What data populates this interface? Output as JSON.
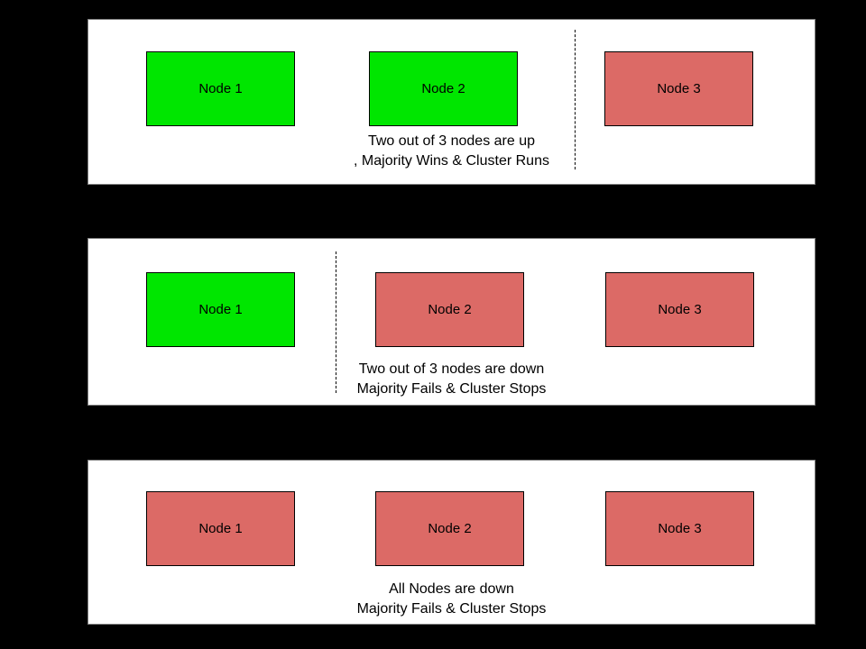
{
  "colors": {
    "background": "#000000",
    "panel_bg": "#ffffff",
    "panel_border": "#808080",
    "node_up": "#00e600",
    "node_down": "#dc6a66",
    "node_border": "#000000",
    "text": "#000000"
  },
  "panels": [
    {
      "id": "two-nodes-up",
      "nodes": [
        {
          "label": "Node 1",
          "status": "up"
        },
        {
          "label": "Node 2",
          "status": "up"
        },
        {
          "label": "Node 3",
          "status": "down"
        }
      ],
      "partition_line": {
        "present": true,
        "position": "between-node-2-and-node-3"
      },
      "caption": {
        "line1": "Two out of 3 nodes are up",
        "line2": ", Majority Wins & Cluster Runs"
      }
    },
    {
      "id": "two-nodes-down",
      "nodes": [
        {
          "label": "Node 1",
          "status": "up"
        },
        {
          "label": "Node 2",
          "status": "down"
        },
        {
          "label": "Node 3",
          "status": "down"
        }
      ],
      "partition_line": {
        "present": true,
        "position": "between-node-1-and-node-2"
      },
      "caption": {
        "line1": "Two out of 3 nodes are down",
        "line2": "Majority Fails & Cluster Stops"
      }
    },
    {
      "id": "all-nodes-down",
      "nodes": [
        {
          "label": "Node 1",
          "status": "down"
        },
        {
          "label": "Node 2",
          "status": "down"
        },
        {
          "label": "Node 3",
          "status": "down"
        }
      ],
      "partition_line": {
        "present": false,
        "position": ""
      },
      "caption": {
        "line1": "All Nodes are down",
        "line2": "Majority Fails & Cluster Stops"
      }
    }
  ]
}
